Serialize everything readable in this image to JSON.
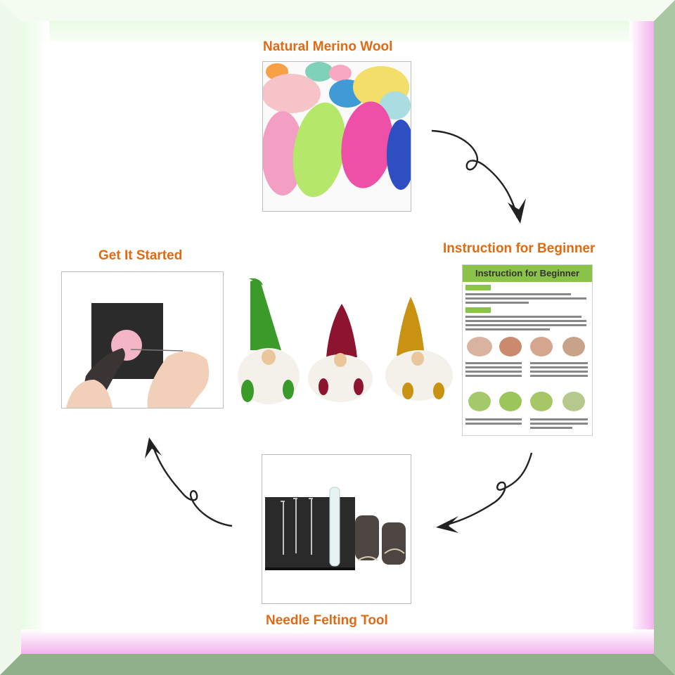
{
  "labels": {
    "wool": "Natural Merino Wool",
    "instruction": "Instruction for Beginner",
    "tool": "Needle Felting Tool",
    "start": "Get It Started"
  },
  "instruction_sheet": {
    "title": "Instruction for Beginner"
  },
  "colors": {
    "accent": "#e06a12",
    "frame_outer": "#9cbf98",
    "frame_glow_green": "#d9f7d2",
    "frame_glow_pink": "#f5b8f0",
    "sheet_header": "#8bc34a"
  },
  "icons": {
    "cycle_arrows": "curly-arrow-icon"
  }
}
